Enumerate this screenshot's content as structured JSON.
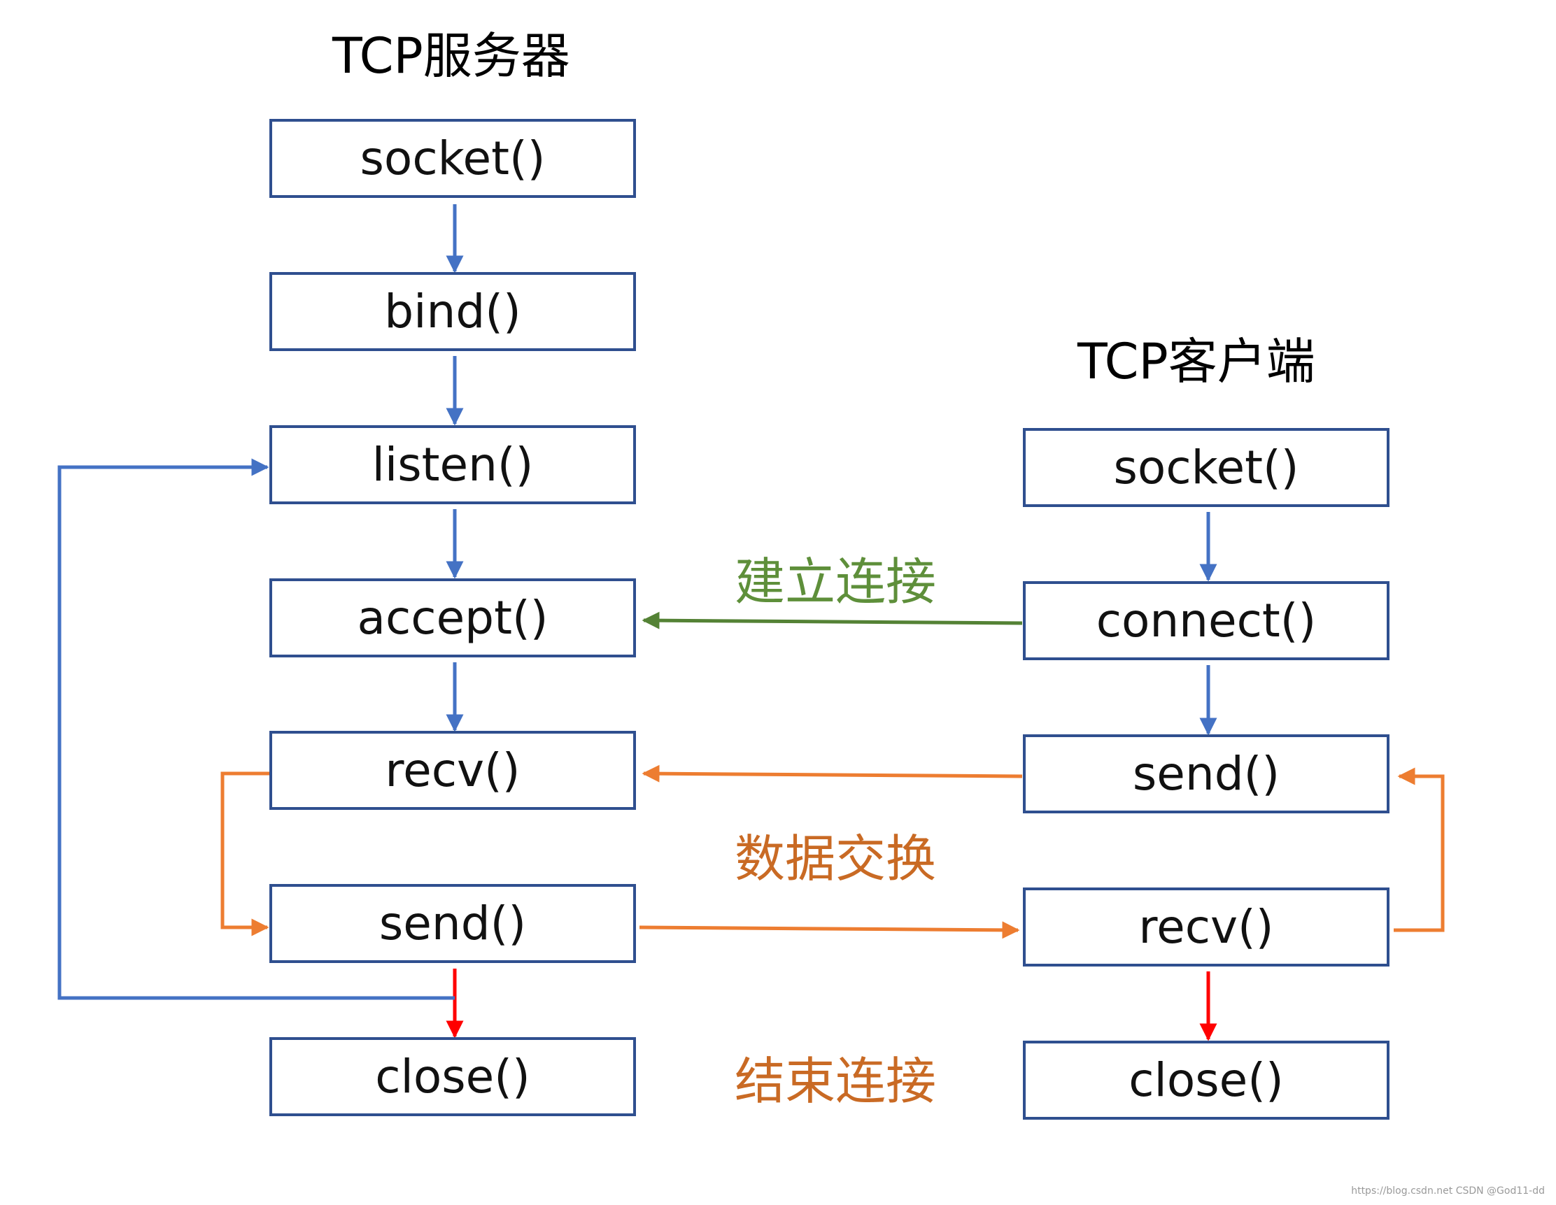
{
  "server": {
    "title": "TCP服务器",
    "steps": [
      "socket()",
      "bind()",
      "listen()",
      "accept()",
      "recv()",
      "send()",
      "close()"
    ]
  },
  "client": {
    "title": "TCP客户端",
    "steps": [
      "socket()",
      "connect()",
      "send()",
      "recv()",
      "close()"
    ]
  },
  "phases": {
    "connect": "建立连接",
    "exchange": "数据交换",
    "close": "结束连接"
  },
  "colors": {
    "box_border": "#2f4f8f",
    "flow_arrow": "#4472c4",
    "connect_arrow": "#548235",
    "exchange_arrow": "#ed7d31",
    "close_arrow": "#ff0000",
    "connect_text": "#5e8f3a",
    "exchange_text": "#c96a24"
  },
  "watermark": "https://blog.csdn.net CSDN @God11-dd"
}
